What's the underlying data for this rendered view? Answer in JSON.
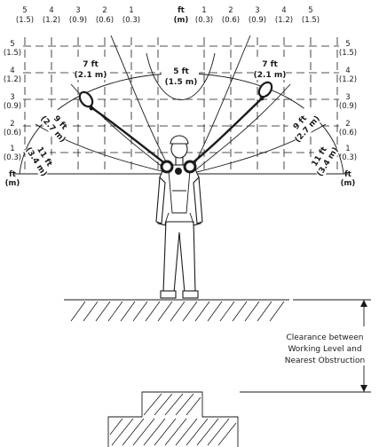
{
  "top_scale": {
    "ft": [
      "5",
      "4",
      "3",
      "2",
      "1",
      "ft",
      "1",
      "2",
      "3",
      "4",
      "5"
    ],
    "m": [
      "(1.5)",
      "(1.2)",
      "(0.9)",
      "(0.6)",
      "(0.3)",
      "(m)",
      "(0.3)",
      "(0.6)",
      "(0.9)",
      "(1.2)",
      "(1.5)"
    ]
  },
  "side_scale": {
    "ft": [
      "5",
      "4",
      "3",
      "2",
      "1",
      "ft"
    ],
    "m": [
      "(1.5)",
      "(1.2)",
      "(0.9)",
      "(0.6)",
      "(0.3)",
      "(m)"
    ]
  },
  "ranges": [
    {
      "ft": "7 ft",
      "m": "(2.1 m)"
    },
    {
      "ft": "5 ft",
      "m": "(1.5 m)"
    },
    {
      "ft": "7 ft",
      "m": "(2.1 m)"
    },
    {
      "ft": "9 ft",
      "m": "(2.7 m)"
    },
    {
      "ft": "9 ft",
      "m": "(2.7 m)"
    },
    {
      "ft": "11 ft",
      "m": "(3.4 m)"
    },
    {
      "ft": "11 ft",
      "m": "(3.4 m)"
    }
  ],
  "clearance_note": [
    "Clearance between",
    "Working Level and",
    "Nearest Obstruction"
  ]
}
